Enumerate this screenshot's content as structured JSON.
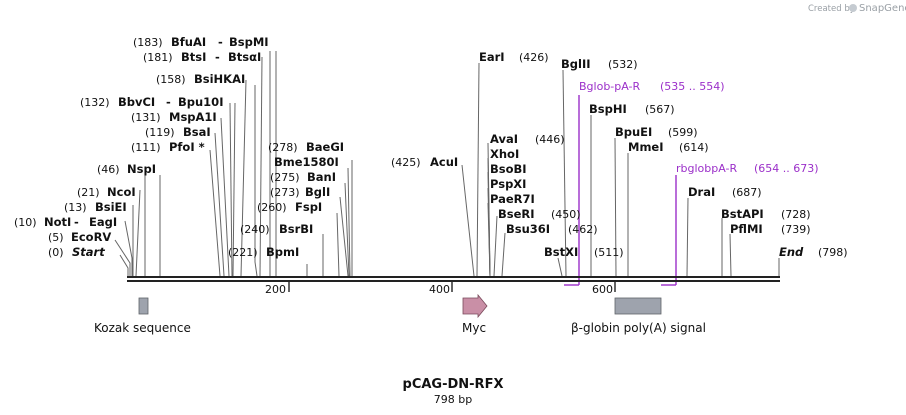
{
  "credit": {
    "text": "Created by",
    "brand": "SnapGene"
  },
  "title": "pCAG-DN-RFX",
  "length": "798 bp",
  "ticks": [
    "200",
    "400",
    "600"
  ],
  "sites": [
    {
      "num": "(0)",
      "name": "Start"
    },
    {
      "num": "(5)",
      "name": "EcoRV"
    },
    {
      "num": "(10)",
      "name": "NotI",
      "name2": "EagI"
    },
    {
      "num": "(13)",
      "name": "BsiEI"
    },
    {
      "num": "(21)",
      "name": "NcoI"
    },
    {
      "num": "(46)",
      "name": "NspI"
    },
    {
      "num": "(111)",
      "name": "PfoI *"
    },
    {
      "num": "(119)",
      "name": "BsaI"
    },
    {
      "num": "(131)",
      "name": "MspA1I"
    },
    {
      "num": "(132)",
      "name": "BbvCI",
      "name2": "Bpu10I"
    },
    {
      "num": "(158)",
      "name": "BsiHKAI"
    },
    {
      "num": "(181)",
      "name": "BtsI",
      "name2": "BtsαI"
    },
    {
      "num": "(183)",
      "name": "BfuAI",
      "name2": "BspMI"
    },
    {
      "num": "(221)",
      "name": "BpmI"
    },
    {
      "num": "(240)",
      "name": "BsrBI"
    },
    {
      "num": "(260)",
      "name": "FspI"
    },
    {
      "num": "(273)",
      "name": "BglI"
    },
    {
      "num": "(275)",
      "name": "BanI"
    },
    {
      "num": "",
      "name": "Bme1580I"
    },
    {
      "num": "(278)",
      "name": "BaeGI"
    },
    {
      "num": "(425)",
      "name": "AcuI"
    },
    {
      "num": "(426)",
      "name": "EarI"
    },
    {
      "num": "(446)",
      "name": "AvaI"
    },
    {
      "num": "",
      "name": "XhoI"
    },
    {
      "num": "",
      "name": "BsoBI"
    },
    {
      "num": "",
      "name": "PspXI"
    },
    {
      "num": "",
      "name": "PaeR7I"
    },
    {
      "num": "(450)",
      "name": "BseRI"
    },
    {
      "num": "(462)",
      "name": "Bsu36I"
    },
    {
      "num": "(511)",
      "name": "BstXI"
    },
    {
      "num": "(532)",
      "name": "BglII"
    },
    {
      "num": "(567)",
      "name": "BspHI"
    },
    {
      "num": "(599)",
      "name": "BpuEI"
    },
    {
      "num": "(614)",
      "name": "MmeI"
    },
    {
      "num": "(687)",
      "name": "DraI"
    },
    {
      "num": "(728)",
      "name": "BstAPI"
    },
    {
      "num": "(739)",
      "name": "PflMI"
    },
    {
      "num": "(798)",
      "name": "End"
    }
  ],
  "primers": [
    {
      "name": "Bglob-pA-R",
      "range": "(535 .. 554)",
      "color": "#9b2fc9"
    },
    {
      "name": "rbglobpA-R",
      "range": "(654 .. 673)",
      "color": "#9b2fc9"
    }
  ],
  "features": [
    {
      "name": "Kozak sequence",
      "color": "#9ea3ad"
    },
    {
      "name": "Myc",
      "color": "#c98fa6"
    },
    {
      "name": "β-globin poly(A) signal",
      "color": "#9ea3ad"
    }
  ]
}
